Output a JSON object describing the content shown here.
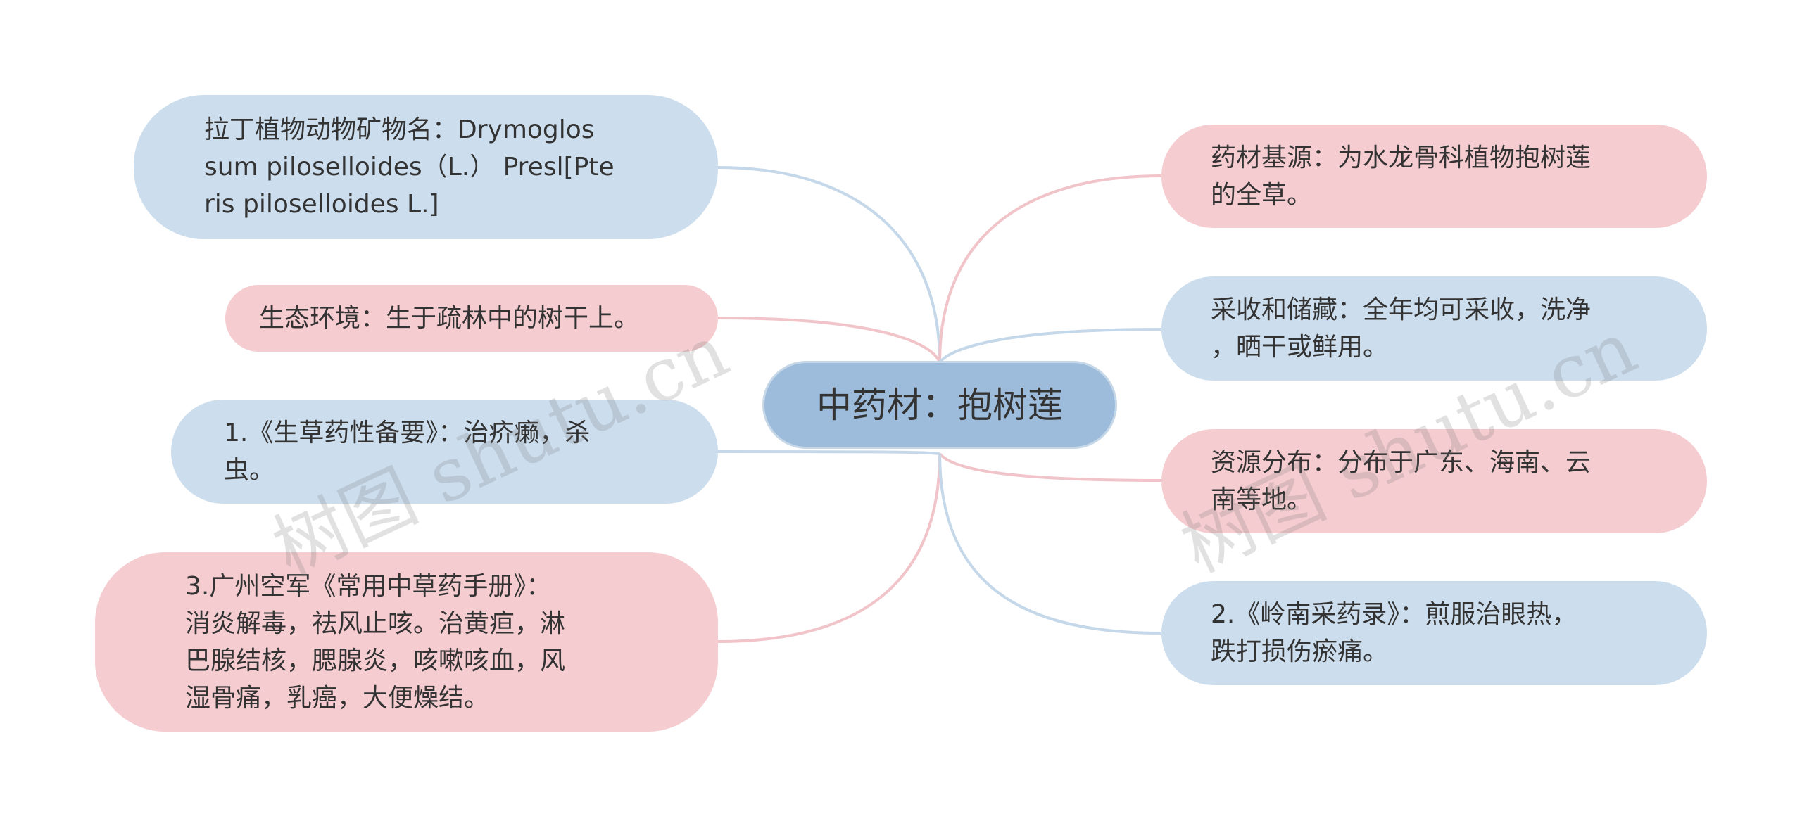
{
  "colors": {
    "root_fill": "#9dbcdb",
    "blue_fill": "#ccdded",
    "pink_fill": "#f5ccd0",
    "blue_line": "#c5d8ea",
    "pink_line": "#f1c4c9",
    "text": "#333333"
  },
  "root": {
    "label": "中药材：抱树莲"
  },
  "left_nodes": [
    {
      "label": "拉丁植物动物矿物名：Drymoglos\nsum piloselloides（L.） Presl[Pte\nris piloselloides L.]",
      "color": "blue"
    },
    {
      "label": "生态环境：生于疏林中的树干上。",
      "color": "pink"
    },
    {
      "label": "1.《生草药性备要》：治疥癞，杀\n虫。",
      "color": "blue"
    },
    {
      "label": "3.广州空军《常用中草药手册》：\n消炎解毒，祛风止咳。治黄疸，淋\n巴腺结核，腮腺炎，咳嗽咳血，风\n湿骨痛，乳癌，大便燥结。",
      "color": "pink"
    }
  ],
  "right_nodes": [
    {
      "label": "药材基源：为水龙骨科植物抱树莲\n的全草。",
      "color": "pink"
    },
    {
      "label": "采收和储藏：全年均可采收，洗净\n，晒干或鲜用。",
      "color": "blue"
    },
    {
      "label": "资源分布：分布于广东、海南、云\n南等地。",
      "color": "pink"
    },
    {
      "label": "2.《岭南采药录》：煎服治眼热，\n跌打损伤瘀痛。",
      "color": "blue"
    }
  ],
  "watermarks": [
    "树图 shutu.cn",
    "树图 shutu.cn"
  ]
}
